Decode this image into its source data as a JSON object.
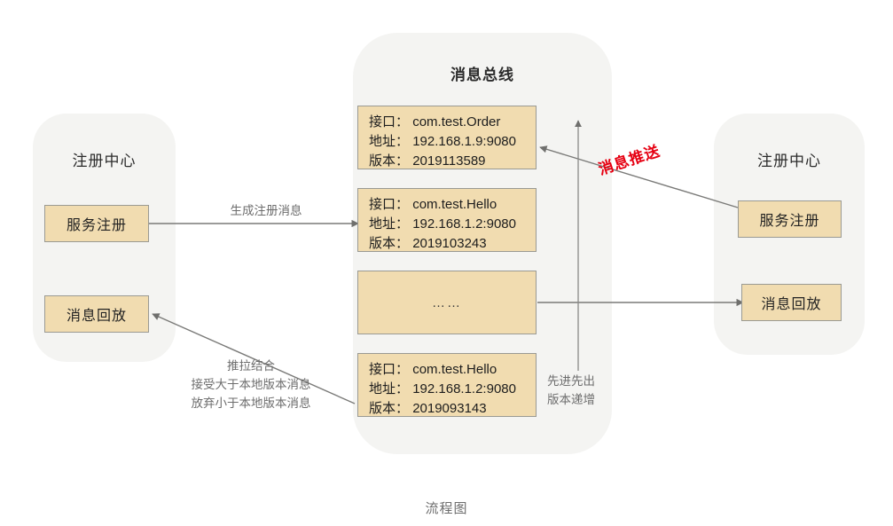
{
  "diagram": {
    "caption": "流程图",
    "colors": {
      "panel_bg": "#f4f4f2",
      "box_fill": "#f1dcb0",
      "box_border": "#9a9a93",
      "line": "#7a7a78",
      "accent_red": "#e60012",
      "text": "#222222",
      "muted_text": "#6d6d6d"
    },
    "left_panel": {
      "title": "注册中心",
      "service_register": "服务注册",
      "message_replay": "消息回放"
    },
    "center_panel": {
      "title": "消息总线",
      "messages": [
        {
          "interface_key": "接口：",
          "interface_value": "com.test.Order",
          "address_key": "地址：",
          "address_value": "192.168.1.9:9080",
          "version_key": "版本：",
          "version_value": "2019113589"
        },
        {
          "interface_key": "接口：",
          "interface_value": "com.test.Hello",
          "address_key": "地址：",
          "address_value": "192.168.1.2:9080",
          "version_key": "版本：",
          "version_value": "2019103243"
        },
        {
          "ellipsis": "……"
        },
        {
          "interface_key": "接口：",
          "interface_value": "com.test.Hello",
          "address_key": "地址：",
          "address_value": "192.168.1.2:9080",
          "version_key": "版本：",
          "version_value": "2019093143"
        }
      ]
    },
    "right_panel": {
      "title": "注册中心",
      "service_register": "服务注册",
      "message_replay": "消息回放"
    },
    "annotations": {
      "generate_register_message": "生成注册消息",
      "message_push": "消息推送",
      "fifo_line1": "先进先出",
      "fifo_line2": "版本递增",
      "pull_push_line1": "推拉结合",
      "pull_push_line2": "接受大于本地版本消息",
      "pull_push_line3": "放弃小于本地版本消息"
    }
  }
}
